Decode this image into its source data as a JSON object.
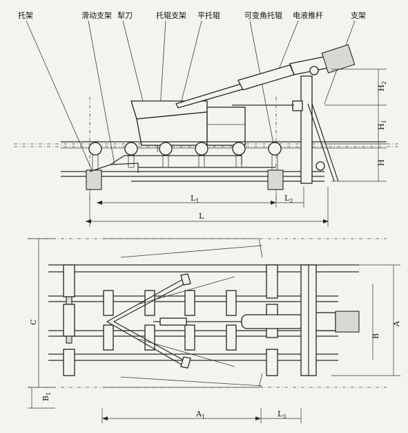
{
  "labels": {
    "tuojia": "托架",
    "huadong": "滑动支架",
    "lidao": "犁刀",
    "tuogun_zhijia": "托辊支架",
    "ping_tuogun": "平托辊",
    "kebian_tuogun": "可变角托辊",
    "dianye_tuigan": "电液推杆",
    "zhijia": "支架"
  },
  "dims": {
    "L1": "L",
    "L1_sub": "1",
    "L2": "L",
    "L2_sub": "2",
    "L": "L",
    "H": "H",
    "H1": "H",
    "H1_sub": "1",
    "H2": "H",
    "H2_sub": "2",
    "C": "C",
    "A": "A",
    "B": "B",
    "B1": "B",
    "B1_sub": "1",
    "A1": "A",
    "A1_sub": "1",
    "L3": "L",
    "L3_sub": "3"
  }
}
